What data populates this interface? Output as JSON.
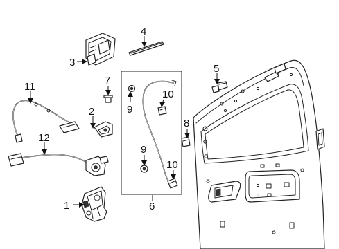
{
  "diagram": {
    "callouts": {
      "c1": "1",
      "c2": "2",
      "c3": "3",
      "c4": "4",
      "c5": "5",
      "c6": "6",
      "c7": "7",
      "c8": "8",
      "c9a": "9",
      "c9b": "9",
      "c10a": "10",
      "c10b": "10",
      "c11": "11",
      "c12": "12"
    }
  }
}
